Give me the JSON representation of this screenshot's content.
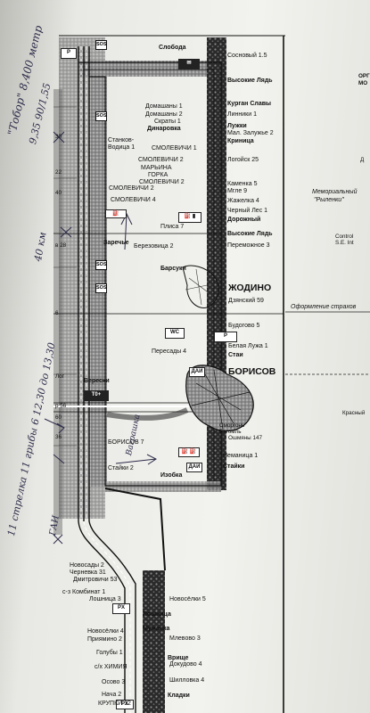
{
  "map": {
    "places_right": [
      {
        "id": "sloboda",
        "text": "Слобода",
        "bold": true
      },
      {
        "id": "sosnovyi",
        "text": "Сосновый 1.5",
        "bold": false
      },
      {
        "id": "vysokie1",
        "text": "Высокие Лядь",
        "bold": true
      },
      {
        "id": "kurgan",
        "text": "Курган Славы",
        "bold": true
      },
      {
        "id": "linnikii",
        "text": "Линники 1",
        "bold": false
      },
      {
        "id": "luzhki",
        "text": "Лужки",
        "bold": true
      },
      {
        "id": "malzaluzhe",
        "text": "Мал. Залужье 2",
        "bold": false
      },
      {
        "id": "krinitsa",
        "text": "Криница",
        "bold": true
      },
      {
        "id": "logoysk",
        "text": "Логойск 25",
        "bold": false
      },
      {
        "id": "kamenka",
        "text": "Каменка 5",
        "bold": false
      },
      {
        "id": "mgle",
        "text": "Мгле 9",
        "bold": false
      },
      {
        "id": "zhazhelka",
        "text": "Жажелка 4",
        "bold": false
      },
      {
        "id": "chernyles",
        "text": "Черный Лес 1",
        "bold": false
      },
      {
        "id": "dorozhny",
        "text": "Дорожный",
        "bold": true
      },
      {
        "id": "vysokie2",
        "text": "Высокие Лядь",
        "bold": true
      },
      {
        "id": "peremozhnoe",
        "text": "Переможное 3",
        "bold": false
      },
      {
        "id": "dzyanskiy",
        "text": "Дзянский 59",
        "bold": false
      },
      {
        "id": "budogovo",
        "text": "Будогово 5",
        "bold": false
      },
      {
        "id": "belayaluzha",
        "text": "Белая Лужа 1",
        "bold": false
      },
      {
        "id": "stai",
        "text": "Стаи",
        "bold": true
      },
      {
        "id": "smorgon",
        "text": "Сморгонь",
        "bold": false
      },
      {
        "id": "begoml",
        "text": "Бегомль",
        "bold": false
      },
      {
        "id": "oshmyany",
        "text": "Ошмяны 147",
        "bold": false
      },
      {
        "id": "nemanitsa",
        "text": "Неманица 1",
        "bold": false
      },
      {
        "id": "staiki_r",
        "text": "Стайки",
        "bold": true
      },
      {
        "id": "novoselki5",
        "text": "Новосёлки 5",
        "bold": false
      },
      {
        "id": "mlevovo",
        "text": "Млевово 3",
        "bold": false
      },
      {
        "id": "dokudovo",
        "text": "Докудово 4",
        "bold": false
      },
      {
        "id": "shillovka",
        "text": "Шилловка 4",
        "bold": false
      }
    ],
    "places_left": [
      {
        "id": "domashany1",
        "text": "Домашаны 1",
        "bold": false
      },
      {
        "id": "domashany2",
        "text": "Домашаны 2",
        "bold": false
      },
      {
        "id": "skraty",
        "text": "Скраты 1",
        "bold": false
      },
      {
        "id": "dinarovka",
        "text": "Динаровка",
        "bold": true
      },
      {
        "id": "stankovodica",
        "text": "Станков-\nВодица 1",
        "bold": false
      },
      {
        "id": "smolevichi1",
        "text": "СМОЛЕВИЧИ 1",
        "bold": false
      },
      {
        "id": "smolevichi2a",
        "text": "СМОЛЕВИЧИ 2",
        "bold": false
      },
      {
        "id": "maryina",
        "text": "МАРЬИНА",
        "bold": false
      },
      {
        "id": "gorka",
        "text": "ГОРКА",
        "bold": false
      },
      {
        "id": "smolevichi2b",
        "text": "СМОЛЕВИЧИ 2",
        "bold": false
      },
      {
        "id": "smolevichi2c",
        "text": "СМОЛЕВИЧИ 2",
        "bold": false
      },
      {
        "id": "smolevichi4",
        "text": "СМОЛЕВИЧИ 4",
        "bold": false
      },
      {
        "id": "zareche",
        "text": "Заречье",
        "bold": true
      },
      {
        "id": "plisa",
        "text": "Плиса 7",
        "bold": false
      },
      {
        "id": "berezovitsa",
        "text": "Березовица 2",
        "bold": false
      },
      {
        "id": "barsuki",
        "text": "Барсуки",
        "bold": true
      },
      {
        "id": "peresady",
        "text": "Пересады 4",
        "bold": false
      },
      {
        "id": "vereski",
        "text": "Верески",
        "bold": true
      },
      {
        "id": "borisov7",
        "text": "БОРИСОВ 7",
        "bold": false
      },
      {
        "id": "staiki2",
        "text": "Стайки 2",
        "bold": false
      },
      {
        "id": "izobka",
        "text": "Изобка",
        "bold": true
      },
      {
        "id": "novosady",
        "text": "Новосады 2",
        "bold": false
      },
      {
        "id": "chernevka",
        "text": "Черневка 31",
        "bold": false
      },
      {
        "id": "dmitrovichi",
        "text": "Дмитровичи 53",
        "bold": false
      },
      {
        "id": "skombinat",
        "text": "с-з Комбинат 1",
        "bold": false
      },
      {
        "id": "loshnitsa3",
        "text": "Лошница 3",
        "bold": false
      },
      {
        "id": "loshnitsa",
        "text": "Лошница",
        "bold": true
      },
      {
        "id": "muzhanka",
        "text": "Мужанка",
        "bold": true
      },
      {
        "id": "novoselki4",
        "text": "Новосёлки 4",
        "bold": false
      },
      {
        "id": "priamino",
        "text": "Приямино 2",
        "bold": false
      },
      {
        "id": "golubi",
        "text": "Голубы 1",
        "bold": false
      },
      {
        "id": "skhimiya",
        "text": "с/х ХИМИЯ",
        "bold": false
      },
      {
        "id": "vrishche",
        "text": "Врище",
        "bold": true
      },
      {
        "id": "osovo",
        "text": "Осово 3",
        "bold": false
      },
      {
        "id": "nacha",
        "text": "Нача 2",
        "bold": false
      },
      {
        "id": "kladki",
        "text": "Кладки",
        "bold": true
      },
      {
        "id": "krupki",
        "text": "КРУПКИ 12",
        "bold": false
      }
    ],
    "cities": {
      "zhodino": "ЖОДИНО",
      "borisov": "БОРИСОВ"
    },
    "km_marks": [
      "30",
      "22",
      "40",
      "в 28",
      "6",
      "Лог",
      "р 56",
      "60",
      "36"
    ],
    "icons": {
      "parking": "P",
      "sos": "SOS",
      "wc": "WC",
      "dai": "ДАИ",
      "px": "PX",
      "tplus": "T0+"
    },
    "right_panel": [
      {
        "id": "rp1",
        "text": "ОРГ"
      },
      {
        "id": "rp2",
        "text": "МО"
      },
      {
        "id": "rp3",
        "text": "Д"
      },
      {
        "id": "rp4",
        "text": "Мемориальный"
      },
      {
        "id": "rp5",
        "text": "\"Рыленки\""
      },
      {
        "id": "rp6",
        "text": "Control"
      },
      {
        "id": "rp7",
        "text": "S.E. Int"
      },
      {
        "id": "rp8",
        "text": "Оформление страхов"
      },
      {
        "id": "rp9",
        "text": "Красный"
      }
    ],
    "handwriting": [
      {
        "id": "hw1",
        "text": "\"Тобор\" 8,400 метр"
      },
      {
        "id": "hw2",
        "text": "9,35 90/1,55"
      },
      {
        "id": "hw3",
        "text": "40 км"
      },
      {
        "id": "hw4",
        "text": "11 стрелка 11 грибы 6 12,30 до 13,30"
      },
      {
        "id": "hw5",
        "text": "Ваграшка"
      },
      {
        "id": "hw6",
        "text": "ГАИ"
      }
    ]
  }
}
